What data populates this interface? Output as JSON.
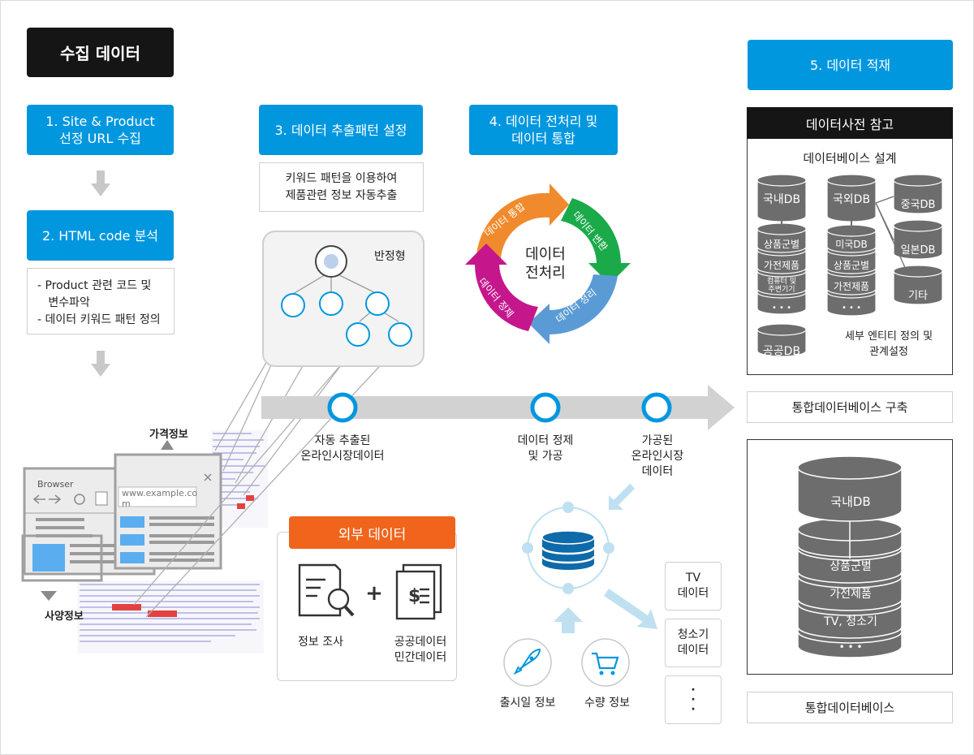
{
  "left": {
    "collect_title": "수집 데이터",
    "step1": "1. Site & Product\n선정 URL 수집",
    "step2": "2. HTML code 분석",
    "step2_notes": [
      "- Product 관련 코드 및",
      "   변수파악",
      "- 데이터 키워드 패턴 정의"
    ],
    "browser_label": "Browser",
    "url_text": "www.example.co\nm",
    "price_info": "가격정보",
    "spec_info": "사양정보"
  },
  "middle": {
    "step3": "3. 데이터 추출패턴 설정",
    "step3_note": "키워드 패턴을 이용하여\n제품관련 정보 자동추출",
    "tree_label": "반정형",
    "step4": "4. 데이터 전처리 및\n데이터 통합",
    "cycle_center": "데이터\n전처리",
    "cycle_segments": [
      "데이터 통합",
      "데이터 변환",
      "데이터 정리",
      "데이터 정제"
    ],
    "flow_points": [
      "자동 추출된\n온라인시장데이터",
      "데이터 정제\n및 가공",
      "가공된\n온라인시장\n데이터"
    ],
    "external_title": "외부 데이터",
    "external_items": [
      "정보 조사",
      "공공데이터\n민간데이터"
    ],
    "plus": "+",
    "inputs": [
      "출시일 정보",
      "수량 정보"
    ],
    "outputs": [
      "TV\n데이터",
      "청소기\n데이터",
      "·\n·\n·"
    ]
  },
  "right": {
    "step5": "5. 데이터 적재",
    "dict_title": "데이터사전 참고",
    "db_design": "데이터베이스 설계",
    "domestic_db": "국내DB",
    "domestic_items": [
      "상품군별",
      "가전제품",
      "컴퓨터 및\n주변기기",
      "• • •"
    ],
    "foreign_db": "국외DB",
    "foreign_items": [
      "미국DB",
      "상품군별",
      "가전제품",
      "• • •"
    ],
    "other_dbs": [
      "중국DB",
      "일본DB",
      "기타"
    ],
    "public_db": "공공DB",
    "entity_note": "세부 엔티티 정의 및\n관계설정",
    "build_label": "통합데이터베이스 구축",
    "big_db": "국내DB",
    "big_items": [
      "상품군별",
      "가전제품",
      "TV, 청소기",
      "• • •"
    ],
    "final_label": "통합데이터베이스"
  },
  "colors": {
    "blue": "#0097df",
    "orange": "#f47b20",
    "green": "#1aaa4a",
    "lightblue": "#5b9bd5",
    "magenta": "#c5168c",
    "grey_db": "#6d6d6d"
  }
}
